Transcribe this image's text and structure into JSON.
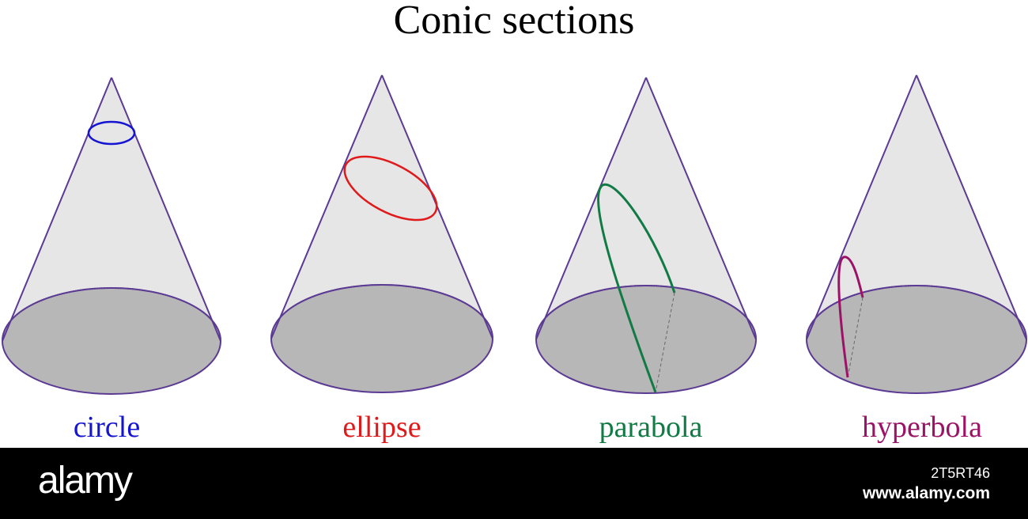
{
  "title": "Conic sections",
  "sections": [
    {
      "label": "circle",
      "color": "#1414d2"
    },
    {
      "label": "ellipse",
      "color": "#e01a1a"
    },
    {
      "label": "parabola",
      "color": "#117a45"
    },
    {
      "label": "hyperbola",
      "color": "#9b1266"
    }
  ],
  "colors": {
    "cone_outline": "#5b3a93",
    "cone_side": "#e6e6e6",
    "cone_base": "#b7b7b7"
  },
  "footer": {
    "logo": "alamy",
    "image_id": "2T5RT46",
    "site": "www.alamy.com"
  }
}
